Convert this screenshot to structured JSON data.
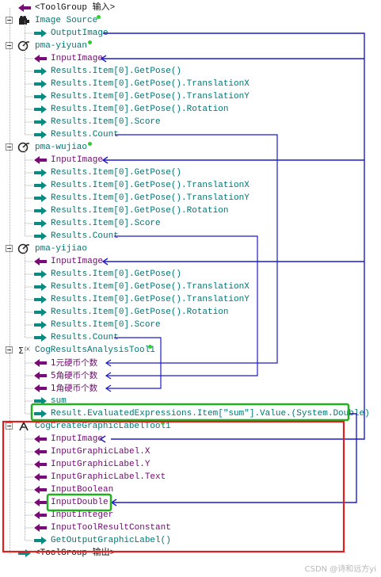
{
  "tree": {
    "root_top": "<ToolGroup 输入>",
    "root_bottom": "<ToolGroup 输出>",
    "image_source": {
      "name": "Image Source",
      "output": "OutputImage"
    },
    "pma_yiyuan": {
      "name": "pma-yiyuan",
      "input": "InputImage",
      "outputs": [
        "Results.Item[0].GetPose()",
        "Results.Item[0].GetPose().TranslationX",
        "Results.Item[0].GetPose().TranslationY",
        "Results.Item[0].GetPose().Rotation",
        "Results.Item[0].Score",
        "Results.Count"
      ]
    },
    "pma_wujiao": {
      "name": "pma-wujiao",
      "input": "InputImage",
      "outputs": [
        "Results.Item[0].GetPose()",
        "Results.Item[0].GetPose().TranslationX",
        "Results.Item[0].GetPose().TranslationY",
        "Results.Item[0].GetPose().Rotation",
        "Results.Item[0].Score",
        "Results.Count"
      ]
    },
    "pma_yijiao": {
      "name": "pma-yijiao",
      "input": "InputImage",
      "outputs": [
        "Results.Item[0].GetPose()",
        "Results.Item[0].GetPose().TranslationX",
        "Results.Item[0].GetPose().TranslationY",
        "Results.Item[0].GetPose().Rotation",
        "Results.Item[0].Score",
        "Results.Count"
      ]
    },
    "analysis": {
      "name": "CogResultsAnalysisTool1",
      "inputs": [
        "1元硬币个数",
        "5角硬币个数",
        "1角硬币个数"
      ],
      "outputs": [
        "sum",
        "Result.EvaluatedExpressions.Item[\"sum\"].Value.(System.Double)"
      ]
    },
    "label_tool": {
      "name": "CogCreateGraphicLabelTool1",
      "inputs": [
        "InputImage",
        "InputGraphicLabel.X",
        "InputGraphicLabel.Y",
        "InputGraphicLabel.Text",
        "InputBoolean",
        "InputDouble",
        "InputInteger",
        "InputToolResultConstant"
      ],
      "output": "GetOutputGraphicLabel()"
    }
  },
  "colors": {
    "teal_arrow": "#0a8a82",
    "magenta_arrow": "#7a0a7a",
    "link_line": "#1c1cc8",
    "highlight_green": "#20b020",
    "highlight_red": "#e02020",
    "status_dot": "#2dd12d"
  },
  "watermark": "CSDN @诗和远方yi"
}
